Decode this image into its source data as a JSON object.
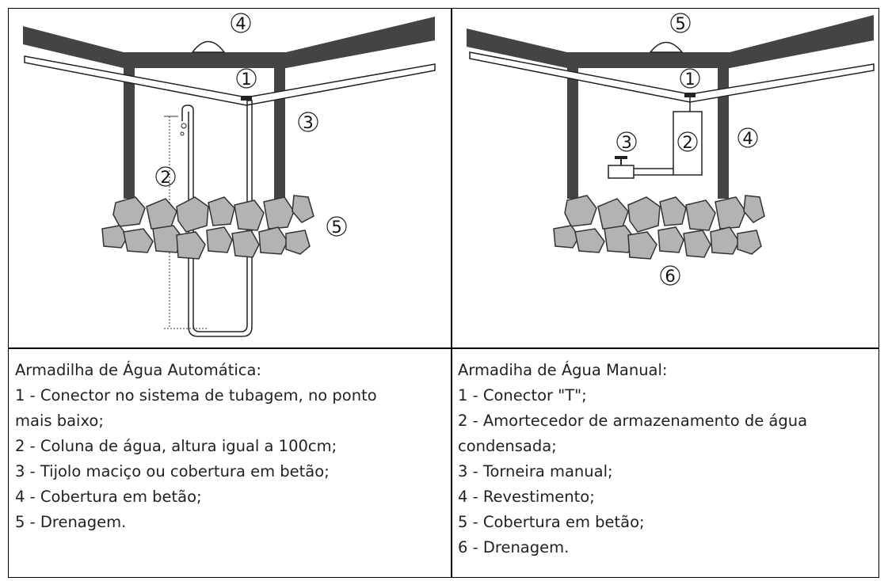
{
  "left": {
    "callouts": [
      "1",
      "2",
      "3",
      "4",
      "5"
    ],
    "title": "Armadilha de Água Automática:",
    "items": [
      "1 - Conector no sistema de tubagem, no ponto",
      "mais baixo;",
      "2 - Coluna de água, altura igual a 100cm;",
      "3 - Tijolo maciço ou cobertura em betão;",
      "4 - Cobertura em betão;",
      "5 - Drenagem."
    ]
  },
  "right": {
    "callouts": [
      "1",
      "2",
      "3",
      "4",
      "5",
      "6"
    ],
    "title": "Armadiha de Água Manual:",
    "items": [
      "1 - Conector \"T\";",
      "2 - Amortecedor de armazenamento de água",
      "condensada;",
      "3 - Torneira manual;",
      "4 - Revestimento;",
      "5 - Cobertura em betão;",
      "6 - Drenagem."
    ]
  }
}
